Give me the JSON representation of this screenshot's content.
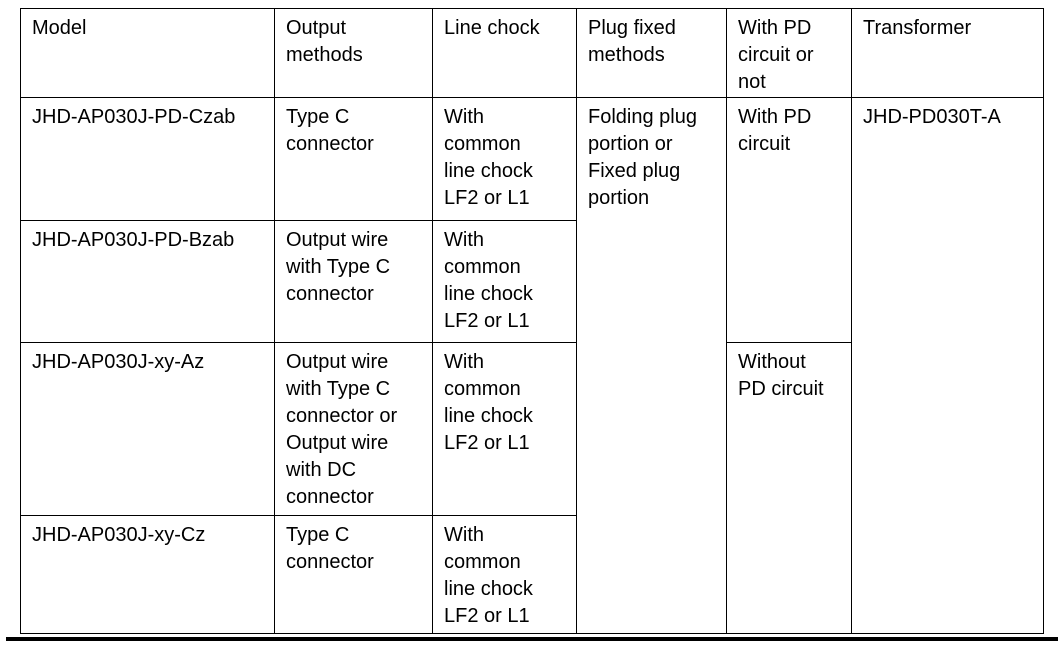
{
  "colors": {
    "border": "#000000",
    "text": "#000000",
    "background": "#ffffff",
    "bottom_rule": "#000000"
  },
  "table": {
    "headers": [
      {
        "label": "Model"
      },
      {
        "label": "Output\nmethods"
      },
      {
        "label": "Line chock"
      },
      {
        "label": "Plug fixed\nmethods"
      },
      {
        "label": "With PD\ncircuit or\nnot"
      },
      {
        "label": "Transformer"
      }
    ],
    "rows": [
      {
        "model": "JHD-AP030J-PD-Czab",
        "output_method": "Type C\nconnector",
        "line_chock": "With\ncommon\nline chock\nLF2 or L1"
      },
      {
        "model": "JHD-AP030J-PD-Bzab",
        "output_method": "Output wire\nwith Type C\nconnector",
        "line_chock": "With\ncommon\nline chock\nLF2 or L1"
      },
      {
        "model": "JHD-AP030J-xy-Az",
        "output_method": "Output wire\nwith Type C\nconnector or\nOutput wire\nwith DC\nconnector",
        "line_chock": "With\ncommon\nline chock\nLF2 or L1"
      },
      {
        "model": "JHD-AP030J-xy-Cz",
        "output_method": "Type C\nconnector",
        "line_chock": "With\ncommon\nline chock\nLF2 or L1"
      }
    ],
    "merged_cells": {
      "plug_fixed_methods": "Folding plug\nportion or\nFixed plug\nportion",
      "pd_circuit_rows_1_2": "With PD\ncircuit",
      "pd_circuit_rows_3_4": "Without\nPD circuit",
      "transformer": "JHD-PD030T-A"
    }
  }
}
